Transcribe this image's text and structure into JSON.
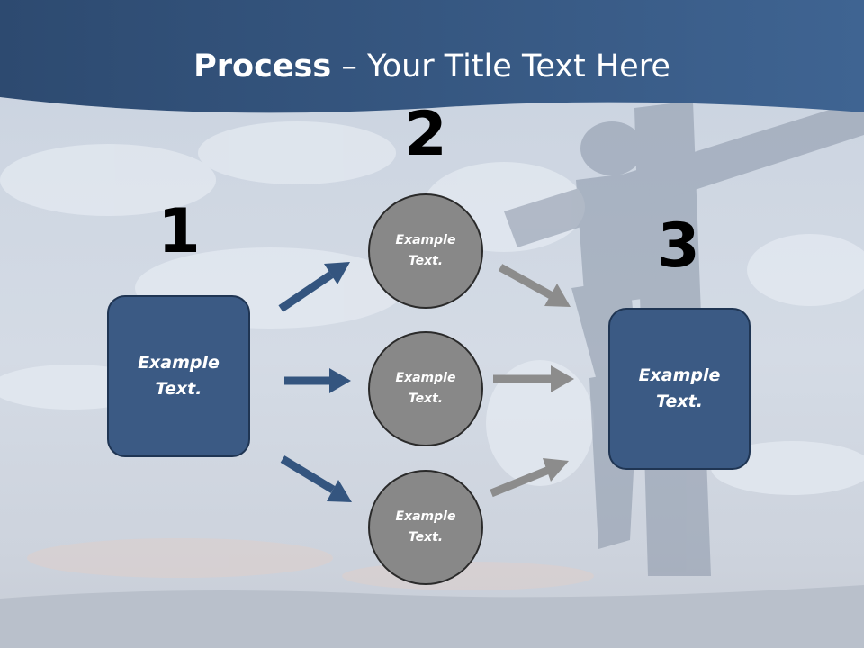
{
  "title": {
    "bold": "Process",
    "rest": " – Your Title Text Here"
  },
  "steps": [
    {
      "number": "1",
      "label": "Example\nText."
    },
    {
      "number": "2",
      "labels": [
        "Example\nText.",
        "Example\nText.",
        "Example\nText."
      ]
    },
    {
      "number": "3",
      "label": "Example\nText."
    }
  ],
  "colors": {
    "header": "#34557f",
    "box_fill": "#3b5a84",
    "circle_fill": "#888888",
    "arrow_blue": "#34557f",
    "arrow_gray": "#8c8c8c"
  }
}
